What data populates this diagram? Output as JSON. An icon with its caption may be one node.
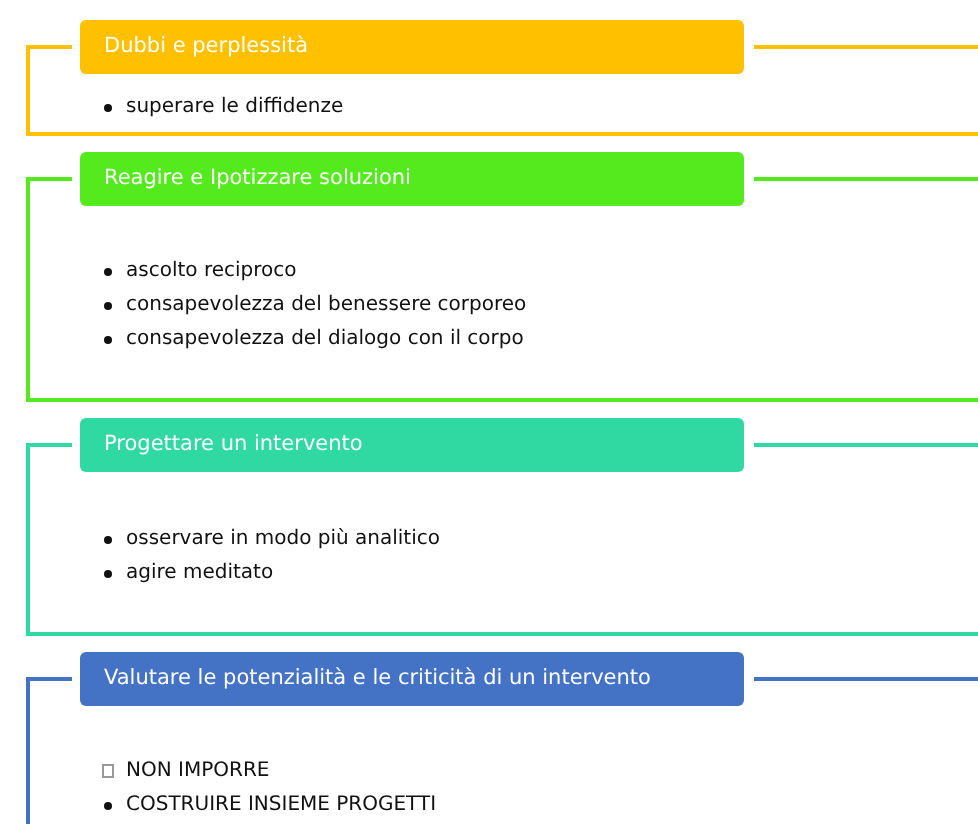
{
  "diagram": {
    "nodes": [
      {
        "text": [
          "Dubbi e perplessità",
          "superare le diffidenze"
        ]
      },
      {
        "text": [
          "Reagire e Ipotizzare soluzioni",
          "ascolto reciproco",
          "consapevolezza del benessere corporeo",
          "consapevolezza del dialogo con il corpo"
        ]
      },
      {
        "text": [
          "Progettare un intervento",
          "osservare in modo più analitico",
          "agire meditato"
        ]
      },
      {
        "text": [
          "Valutare le potenzialità e le criticità di un intervento",
          "NON IMPORRE",
          "COSTRUIRE INSIEME PROGETTI"
        ]
      }
    ]
  }
}
